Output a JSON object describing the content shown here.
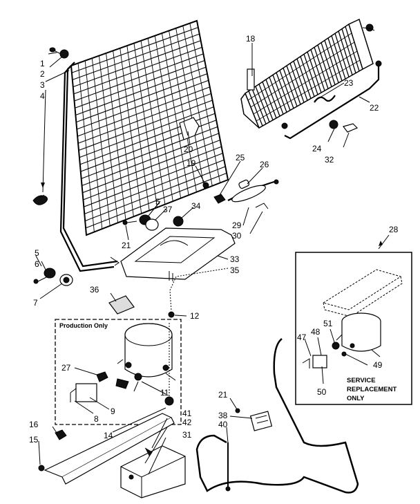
{
  "header": {
    "text": ""
  },
  "callouts": [
    "1",
    "2",
    "3",
    "4",
    "5",
    "37",
    "34",
    "21",
    "18",
    "23",
    "22",
    "24",
    "32",
    "20",
    "19",
    "25",
    "26",
    "29",
    "30",
    "33",
    "35",
    "5",
    "6",
    "7",
    "36",
    "12",
    "27",
    "9",
    "8",
    "11",
    "14",
    "16",
    "15",
    "41",
    "42",
    "31",
    "28",
    "47",
    "48",
    "51",
    "49",
    "50",
    "21",
    "38",
    "40"
  ],
  "production_box": {
    "title": "Production Only"
  },
  "service_box": {
    "lines": [
      "SERVICE",
      "REPLACEMENT",
      "ONLY"
    ]
  }
}
